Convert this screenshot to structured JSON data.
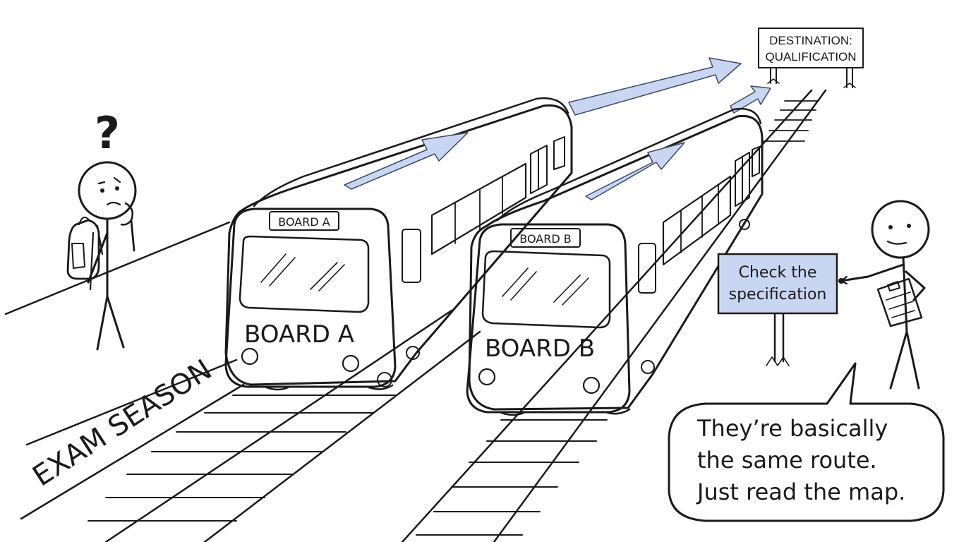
{
  "scene": {
    "platform_label": "EXAM SEASON",
    "student_thought": "?",
    "train_a": {
      "roof_sign": "BOARD A",
      "front_label": "BOARD A"
    },
    "train_b": {
      "roof_sign": "BOARD B",
      "front_label": "BOARD B"
    },
    "destination_sign": {
      "line1": "DESTINATION:",
      "line2": "QUALIFICATION"
    },
    "info_sign": {
      "line1": "Check the",
      "line2": "specification"
    },
    "speech": {
      "line1": "They’re basically",
      "line2": "the same route.",
      "line3": "Just read the map."
    }
  },
  "colors": {
    "ink": "#1a1a1a",
    "accent_blue": "#c9d6f2",
    "accent_stroke": "#3a4a6a",
    "background": "#ffffff"
  },
  "icons": [
    "question-mark-icon",
    "backpack-icon",
    "clipboard-icon",
    "direction-arrow-icon"
  ]
}
